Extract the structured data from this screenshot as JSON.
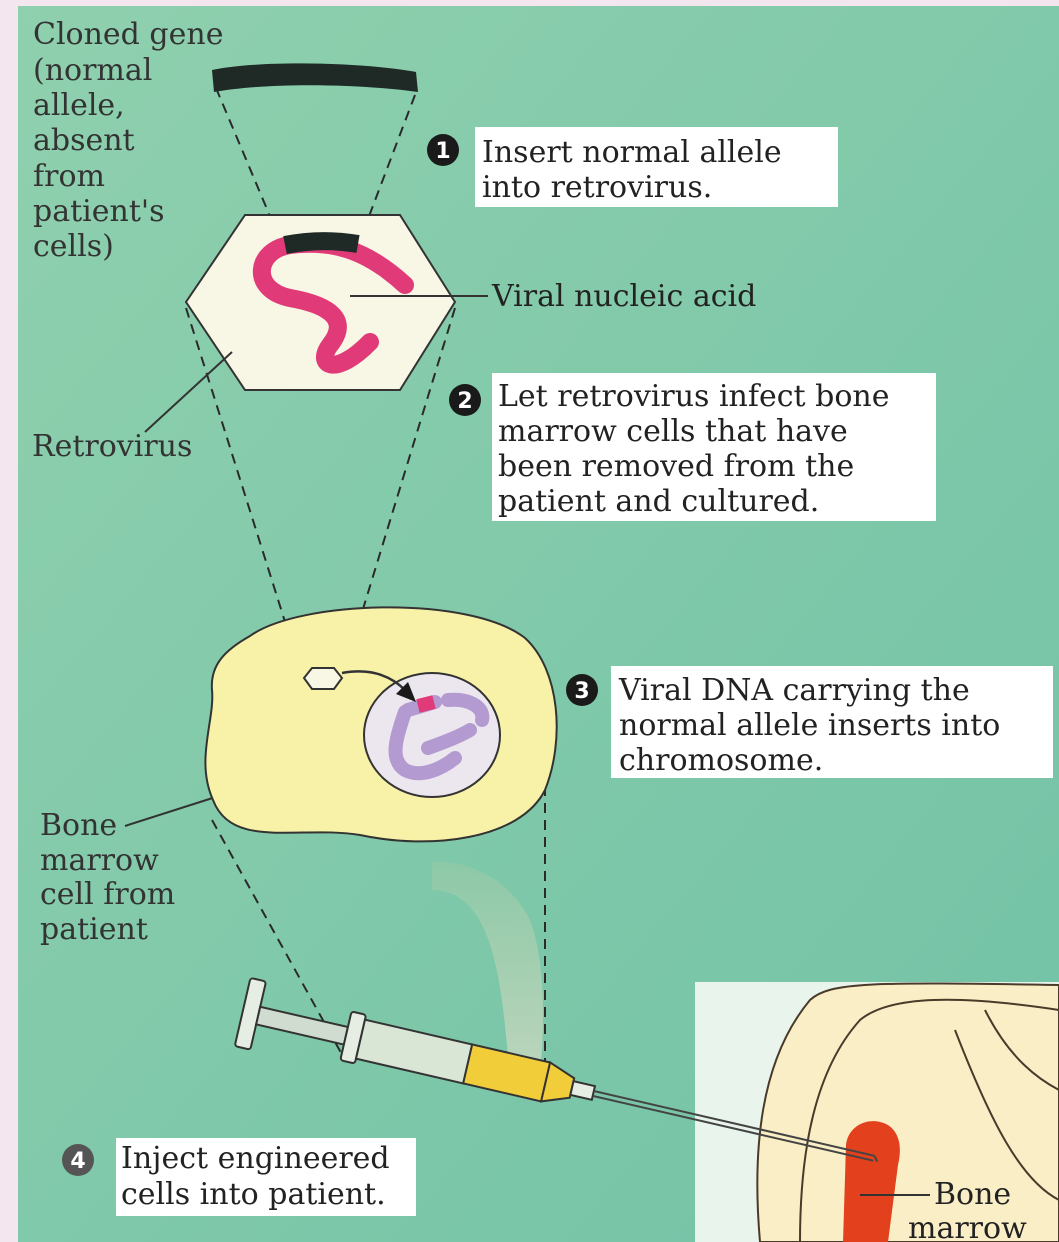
{
  "colors": {
    "background": "#7dc9a6",
    "virus_fill": "#f8f6e4",
    "nucleic_acid": "#e03a78",
    "cell_fill": "#f8f2a8",
    "nucleus_fill": "#ece6ee",
    "chromosome": "#b39ad0",
    "injected_cells": "#f2cd3a",
    "bone_marrow": "#e3401d",
    "bone_fill": "#f9eec6"
  },
  "labels": {
    "cloned_gene": [
      "Cloned gene",
      "(normal",
      "allele,",
      "absent",
      "from",
      "patient's",
      "cells)"
    ],
    "viral_nucleic_acid": "Viral nucleic acid",
    "retrovirus": "Retrovirus",
    "bone_marrow_cell": [
      "Bone",
      "marrow",
      "cell from",
      "patient"
    ],
    "bone_marrow": [
      "Bone",
      "marrow"
    ]
  },
  "steps": [
    {
      "number": "1",
      "lines": [
        "Insert normal allele",
        "into retrovirus."
      ]
    },
    {
      "number": "2",
      "lines": [
        "Let retrovirus infect bone",
        "marrow cells that have",
        "been removed from the",
        "patient and cultured."
      ]
    },
    {
      "number": "3",
      "lines": [
        "Viral DNA carrying the",
        "normal allele inserts into",
        "chromosome."
      ]
    },
    {
      "number": "4",
      "lines": [
        "Inject engineered",
        "cells into patient."
      ]
    }
  ]
}
